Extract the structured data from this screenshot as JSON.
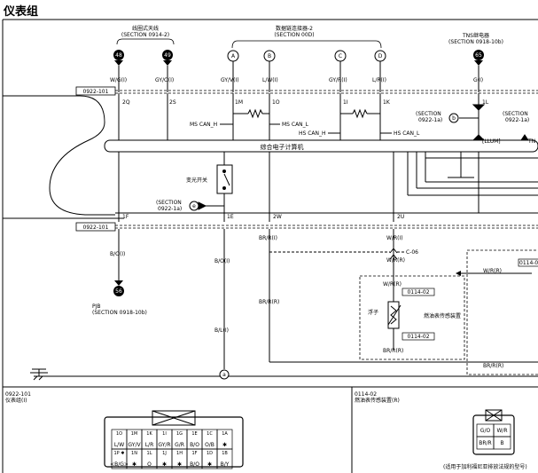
{
  "page_title": "仪表组",
  "top_labels": {
    "antenna": {
      "name": "线圈式天线",
      "section": "(SECTION 0914-2)"
    },
    "data_link": {
      "name": "数据链连接器-2",
      "section": "(SECTION 00D)"
    },
    "tns_relay": {
      "name": "TNS继电器",
      "section": "(SECTION 0918-10b)"
    }
  },
  "terminals": {
    "t48": "48",
    "t49": "49",
    "tA": "A",
    "tB": "B",
    "tC": "C",
    "tD": "D",
    "t65": "65",
    "t56": "56",
    "ta": "a",
    "tb": "b",
    "te": "e"
  },
  "wire_labels": {
    "w_wg": "W/G(I)",
    "w_gyo": "GY/O(I)",
    "w_gyv": "GY/V(I)",
    "w_lw": "L/W(I)",
    "w_gyr": "GY/R(I)",
    "w_lr": "L/R(I)",
    "w_gl": "G(I)",
    "w_brr1": "BR/R(I)",
    "w_wr1": "W/R(I)",
    "w_bo1": "B/O(I)",
    "w_bo2": "B/O(I)",
    "w_wr2": "W/R(R)",
    "w_brr2": "BR/R(R)",
    "w_bl": "B/L(I)",
    "w_wr3": "W/R(R)",
    "w_brr3": "BR/R(R)",
    "w_brr4": "BR/R(R)",
    "w_wr4": "W/R(R)"
  },
  "pins": {
    "p2q": "2Q",
    "p2s": "2S",
    "p1m": "1M",
    "p1o": "1O",
    "p1i": "1I",
    "p1k": "1K",
    "p1l": "1L",
    "p1f": "1F",
    "p1e": "1E",
    "p2w": "2W",
    "p2u": "2U"
  },
  "connectors": {
    "c0922_top": "0922-101",
    "c0922_bot": "0922-101",
    "c0114_a": "0114-02",
    "c0114_b": "0114-02",
    "c0114_r": "0114-0",
    "c06": "C-06"
  },
  "inner_labels": {
    "ms_can_h": "MS CAN_H",
    "ms_can_l": "MS CAN_L",
    "hs_can_h": "HS CAN_H",
    "hs_can_l": "HS CAN_L",
    "computer": "综合电子计算机",
    "lamp": "[LLUM]",
    "tn": "TN",
    "dimmer_switch": "变光开关",
    "section_b_1": "(SECTION",
    "section_b_2": "0922-1a)",
    "section_r_1": "(SECTION",
    "section_r_2": "0922-1a)",
    "section_e_1": "(SECTION",
    "section_e_2": "0922-1a)",
    "fuel_sensor": "燃油表传感装置",
    "float": "浮子",
    "pjb": "PJB",
    "pjb_section": "(SECTION 0918-10b)"
  },
  "footer": {
    "left_code": "0922-101",
    "left_name": "仪表组(I)",
    "right_code": "0114-02",
    "right_name": "燃油表传感装置(R)",
    "note": "(适用于加利福尼亚排放法规的型号)"
  },
  "left_connector_cells": [
    [
      "1O",
      "1M",
      "1K",
      "1I",
      "1G",
      "1E",
      "1C",
      "1A"
    ],
    [
      "L/W",
      "GY/V",
      "L/R",
      "GY/R",
      "G/R",
      "B/O",
      "O/B",
      "✱"
    ],
    [
      "1P ✱",
      "1N",
      "1L",
      "1J",
      "1H",
      "1F",
      "1D",
      "1B"
    ],
    [
      "<B/G>",
      "✱",
      "O",
      "✱",
      "✱",
      "B/O",
      "✱",
      "B/Y"
    ]
  ],
  "right_connector_cells": [
    "G/O",
    "W/R",
    "BR/R",
    "B"
  ]
}
